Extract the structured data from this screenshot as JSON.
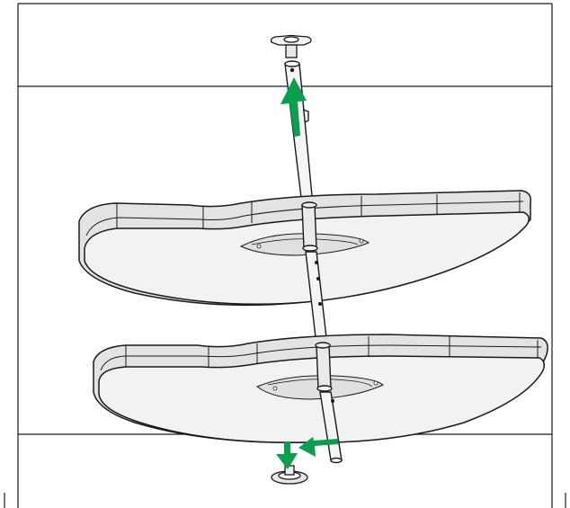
{
  "figure": {
    "description_type": "assembly-instruction",
    "arrow_color": "#0a9e4f",
    "line_color": "#1a1a1a",
    "shelf_fill": "#f0f0f0",
    "rim_fill": "#e2e2e2",
    "parts": [
      {
        "name": "top-cap"
      },
      {
        "name": "pole"
      },
      {
        "name": "upper-kidney-shelf"
      },
      {
        "name": "lower-kidney-shelf"
      },
      {
        "name": "bottom-base"
      }
    ],
    "arrows": [
      {
        "name": "lift-pole-up-arrow",
        "direction": "up"
      },
      {
        "name": "move-left-arrow",
        "direction": "left"
      },
      {
        "name": "push-down-arrow",
        "direction": "down"
      }
    ]
  }
}
